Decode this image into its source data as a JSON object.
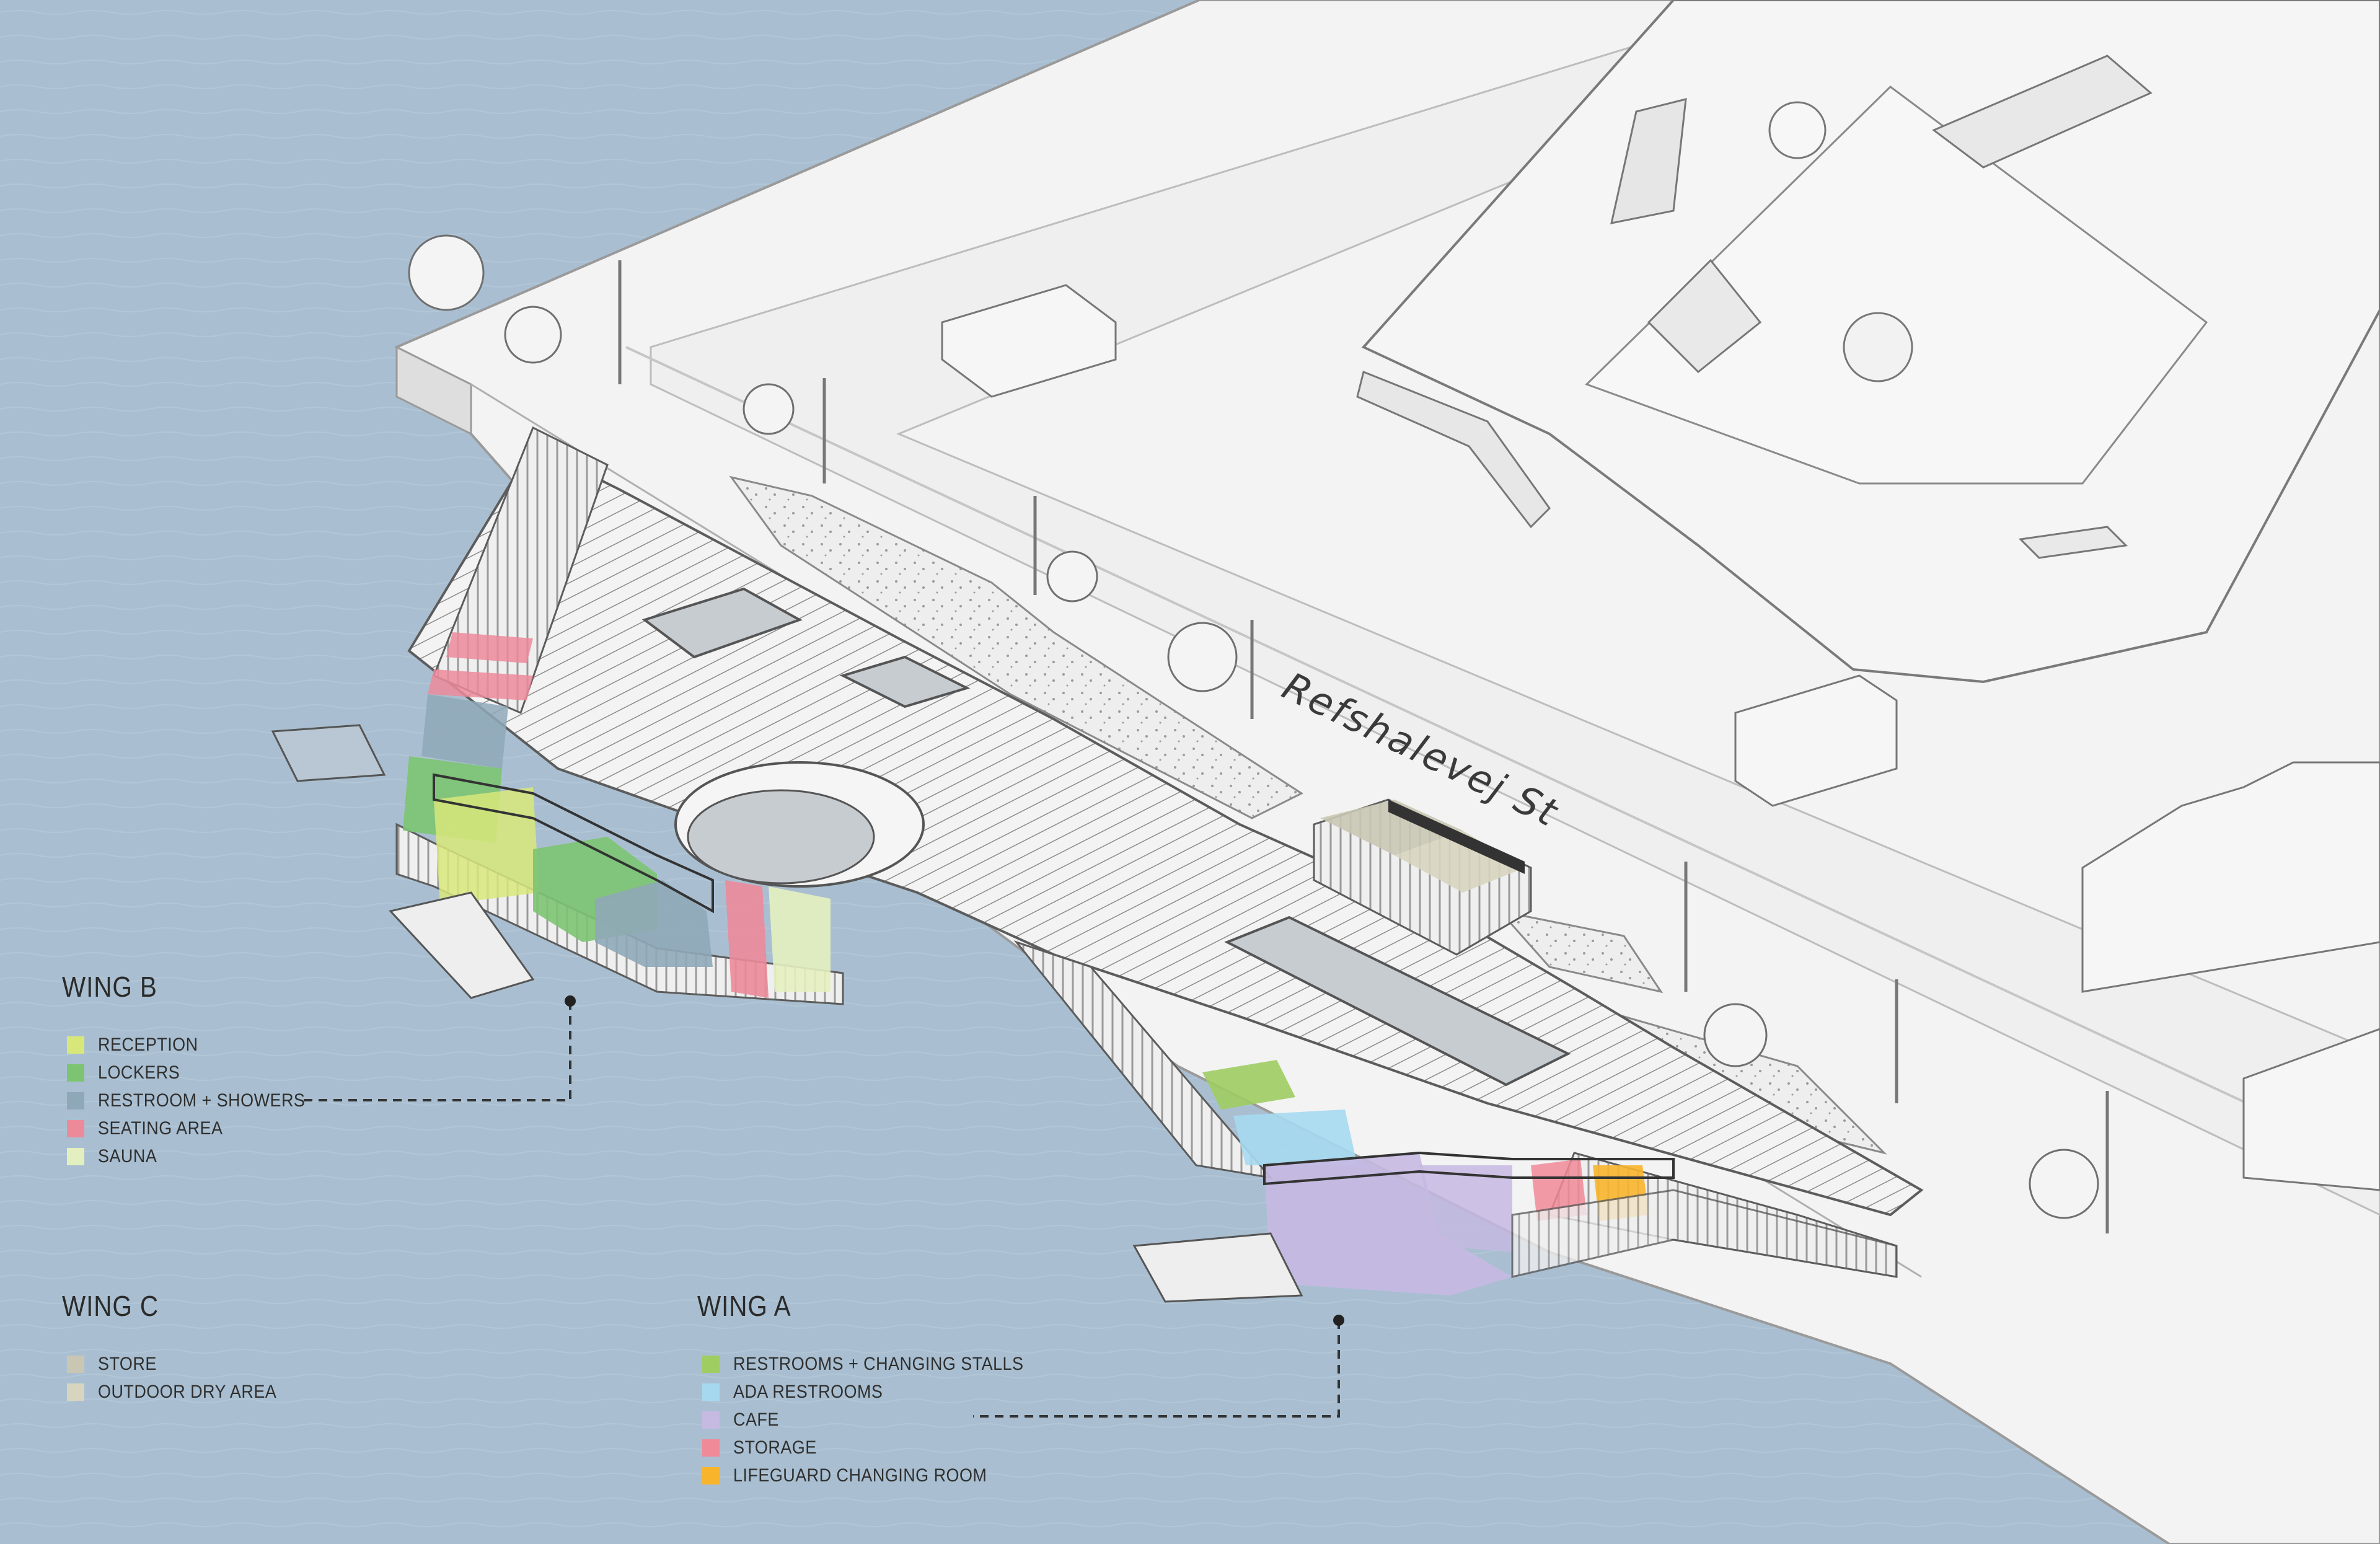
{
  "street_label": "Refshalevej St",
  "colors": {
    "water": "#a9bfd1",
    "land": "#f2f2f2",
    "reception": "#d8e77a",
    "lockers": "#7cc472",
    "restroom_showers": "#8fa8b8",
    "seating_area": "#ec8a9a",
    "sauna": "#e4efbf",
    "store": "#c9c7b3",
    "outdoor_dry_area": "#d7d5bf",
    "restrooms_changing": "#9fcd62",
    "ada_restrooms": "#a6d9ef",
    "cafe": "#c6b9e2",
    "storage": "#f08a98",
    "lifeguard": "#f8b52c"
  },
  "legends": {
    "wing_b": {
      "title": "WING B",
      "items": [
        {
          "label": "RECEPTION",
          "color": "#d8e77a"
        },
        {
          "label": "LOCKERS",
          "color": "#7cc472"
        },
        {
          "label": "RESTROOM + SHOWERS",
          "color": "#8fa8b8"
        },
        {
          "label": "SEATING AREA",
          "color": "#ec8a9a"
        },
        {
          "label": "SAUNA",
          "color": "#e4efbf"
        }
      ]
    },
    "wing_c": {
      "title": "WING C",
      "items": [
        {
          "label": "STORE",
          "color": "#c9c7b3"
        },
        {
          "label": "OUTDOOR DRY AREA",
          "color": "#d7d5bf"
        }
      ]
    },
    "wing_a": {
      "title": "WING A",
      "items": [
        {
          "label": "RESTROOMS + CHANGING STALLS",
          "color": "#9fcd62"
        },
        {
          "label": "ADA RESTROOMS",
          "color": "#a6d9ef"
        },
        {
          "label": "CAFE",
          "color": "#c6b9e2"
        },
        {
          "label": "STORAGE",
          "color": "#f08a98"
        },
        {
          "label": "LIFEGUARD CHANGING ROOM",
          "color": "#f8b52c"
        }
      ]
    }
  }
}
